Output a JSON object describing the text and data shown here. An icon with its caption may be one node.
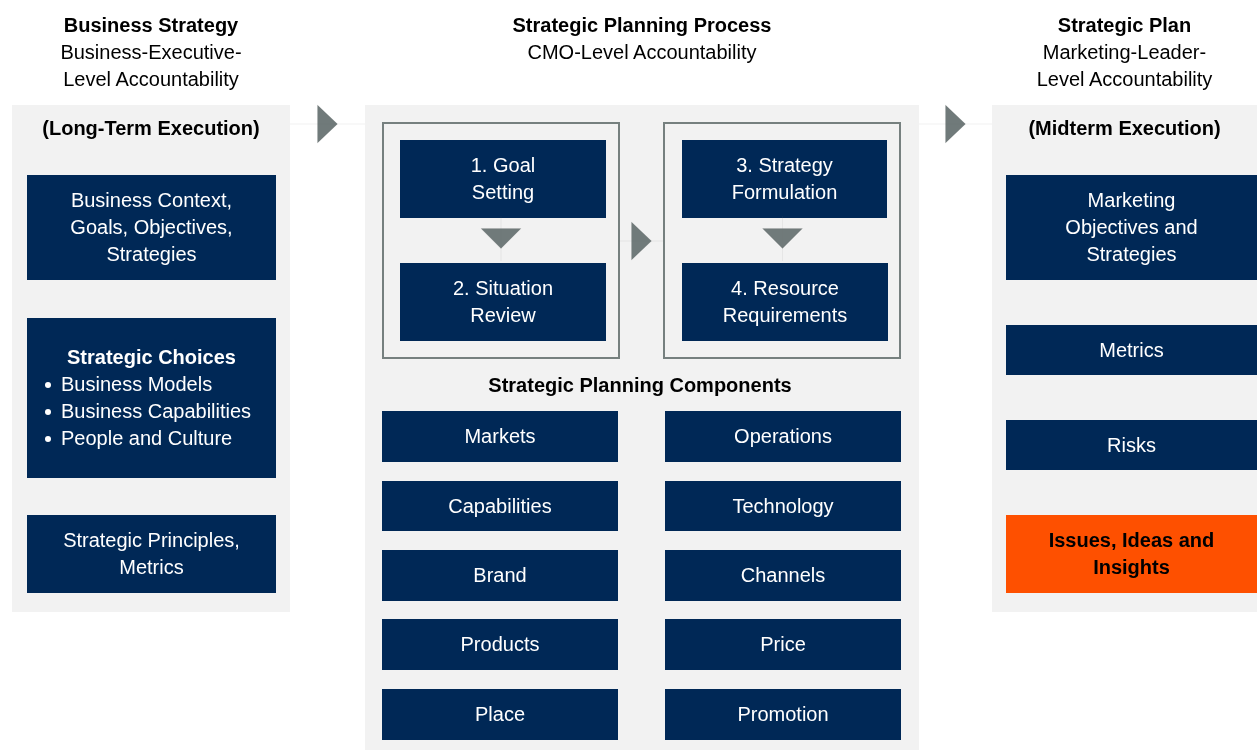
{
  "diagram": {
    "nodes": [
      {
        "text": [
          "Business Strategy",
          "Business-Executive-Level Accountability",
          "(Long-Term Execution)"
        ]
      },
      {
        "text": [
          "Business Context, Goals, Objectives, Strategies"
        ],
        "in": 0
      },
      {
        "text": [
          "Strategic Choices",
          "Business Models",
          "Business Capabilities",
          "People and Culture"
        ],
        "in": 0
      },
      {
        "text": [
          "Strategic Principles, Metrics"
        ],
        "in": 0
      },
      {
        "text": [
          "Strategic Planning Process",
          "CMO-Level Accountability"
        ]
      },
      {
        "text": [],
        "shape": "box",
        "in": 4
      },
      {
        "text": [
          "1. Goal Setting"
        ],
        "in": 5
      },
      {
        "text": [
          "2. Situation Review"
        ],
        "in": 5
      },
      {
        "text": [],
        "shape": "box",
        "in": 4
      },
      {
        "text": [
          "3. Strategy Formulation"
        ],
        "in": 8
      },
      {
        "text": [
          "4. Resource Requirements"
        ],
        "in": 8
      },
      {
        "text": [
          "Markets"
        ],
        "in": 4
      },
      {
        "text": [
          "Operations"
        ],
        "in": 4
      },
      {
        "text": [
          "Capabilities"
        ],
        "in": 4
      },
      {
        "text": [
          "Technology"
        ],
        "in": 4
      },
      {
        "text": [
          "Brand"
        ],
        "in": 4
      },
      {
        "text": [
          "Channels"
        ],
        "in": 4
      },
      {
        "text": [
          "Products"
        ],
        "in": 4
      },
      {
        "text": [
          "Price"
        ],
        "in": 4
      },
      {
        "text": [
          "Place"
        ],
        "in": 4
      },
      {
        "text": [
          "Promotion"
        ],
        "in": 4
      },
      {
        "text": [
          "Strategic Plan",
          "Marketing-Leader-Level Accountability",
          "(Midterm Execution)"
        ]
      },
      {
        "text": [
          "Marketing Objectives and Strategies"
        ],
        "in": 21
      },
      {
        "text": [
          "Metrics"
        ],
        "in": 21
      },
      {
        "text": [
          "Risks"
        ],
        "in": 21
      },
      {
        "text": [
          "Issues, Ideas and Insights"
        ],
        "in": 21
      }
    ],
    "edges": [
      {
        "from": 0,
        "to": 4,
        "arrow": "to"
      },
      {
        "from": 6,
        "to": 7,
        "arrow": "to"
      },
      {
        "from": 5,
        "to": 8,
        "arrow": "to"
      },
      {
        "from": 9,
        "to": 10,
        "arrow": "to"
      },
      {
        "from": 4,
        "to": 21,
        "arrow": "to"
      }
    ],
    "labels": [
      "Strategic Planning Components"
    ]
  }
}
